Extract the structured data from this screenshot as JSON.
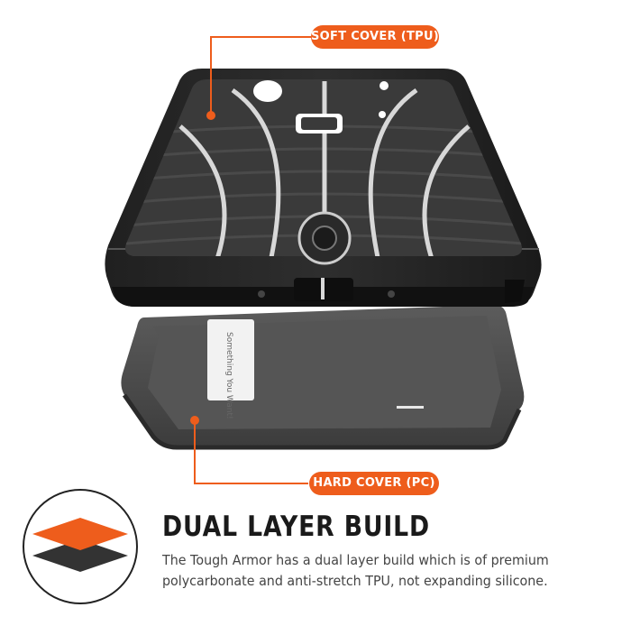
{
  "callouts": {
    "soft_cover_label": "SOFT COVER (TPU)",
    "hard_cover_label": "HARD COVER (PC)"
  },
  "stamp": {
    "kickstand_text": "Something You Want!"
  },
  "feature": {
    "title": "DUAL LAYER BUILD",
    "description_line1": "The Tough Armor has a dual layer build which is of premium",
    "description_line2": "polycarbonate and anti-stretch TPU, not expanding silicone."
  },
  "colors": {
    "accent": "#ee5d1c",
    "case_dark": "#1c1c1c",
    "tpu_interior": "#3a3a3a",
    "pc_shell": "#4e4e4e"
  },
  "icons": {
    "layers": "dual-layer-icon"
  }
}
